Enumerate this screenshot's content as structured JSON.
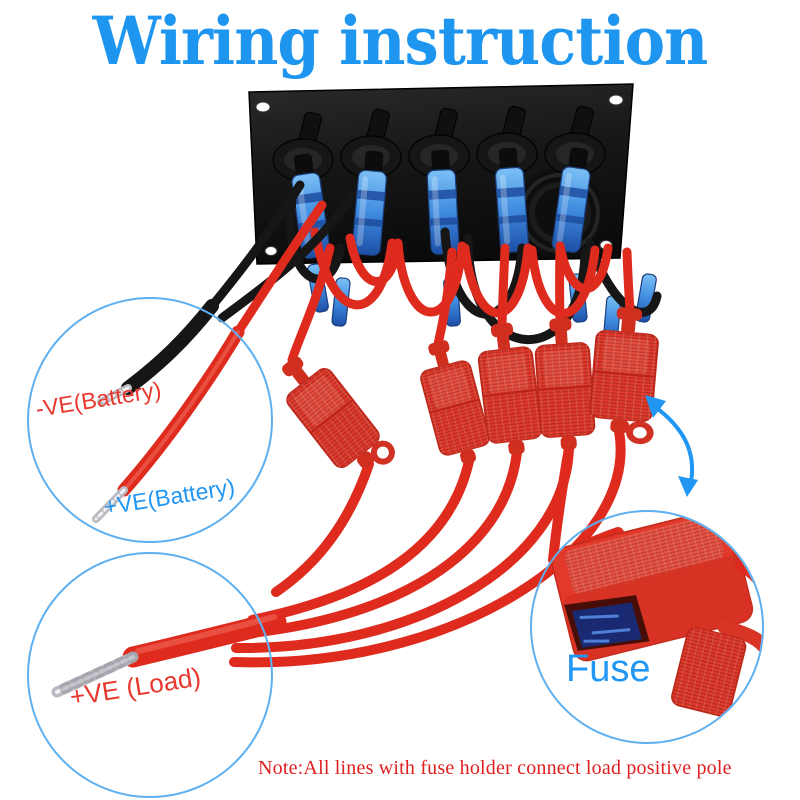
{
  "title": {
    "text": "Wiring instruction"
  },
  "panel": {
    "switch_count": 5,
    "fuse_holder_count": 5
  },
  "callouts": {
    "battery": {
      "negative_label": "-VE(Battery)",
      "positive_label": "+VE(Battery)"
    },
    "load": {
      "label": "+VE (Load)"
    },
    "fuse": {
      "label": "Fuse"
    }
  },
  "note": {
    "text": "Note:All lines with fuse holder connect load positive pole"
  },
  "colors": {
    "title_blue": "#1E96F0",
    "label_blue": "#2196F3",
    "label_red": "#E8372C",
    "note_red": "#DF1F1F",
    "circle_blue": "#5FB0F0",
    "arrow_blue": "#2196F3",
    "wire_red": "#DE2B1E",
    "wire_black": "#161616",
    "fuse_red": "#E2392B",
    "connector_blue": "#3F8BE0",
    "panel_black": "#141414",
    "silver": "#B9BAC0"
  }
}
